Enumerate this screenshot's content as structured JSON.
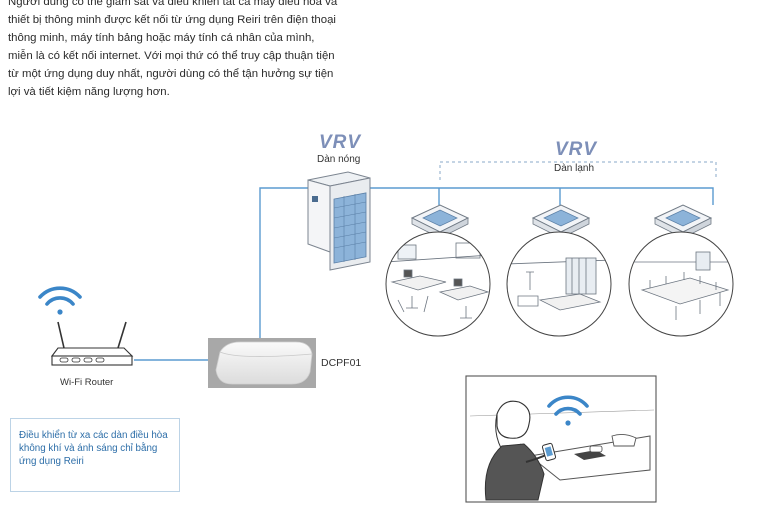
{
  "intro": {
    "lines": [
      "Người dùng có thể giám sát và điều khiển tất cả máy điều hoà và",
      "thiết bị thông minh được kết nối từ ứng dụng Reiri trên điện thoại",
      "thông minh, máy tính bảng hoặc máy tính cá nhân của mình,",
      "miễn là có kết nối internet. Với mọi thứ có thể truy cập thuận tiện",
      "từ một ứng dụng duy nhất, người dùng có thể tận hưởng sự tiện",
      "lợi và tiết kiệm năng lượng hơn."
    ]
  },
  "diagram": {
    "outdoor": {
      "brand": "VRV",
      "label": "Dàn nóng"
    },
    "indoor": {
      "brand": "VRV",
      "label": "Dàn lạnh"
    },
    "router": {
      "label": "Wi-Fi Router"
    },
    "controller": {
      "label": "DCPF01"
    }
  },
  "caption": {
    "lines": [
      "Điều khiển từ xa các dàn điều hòa",
      "không khí và ánh sáng chỉ bằng",
      "ứng dụng Reiri"
    ]
  },
  "colors": {
    "line": "#5b9bd0",
    "wifi": "#3b86c8",
    "vrv": "#7d8fb8",
    "unit_blue": "#8cb3d9",
    "caption_text": "#2d6ea8"
  }
}
